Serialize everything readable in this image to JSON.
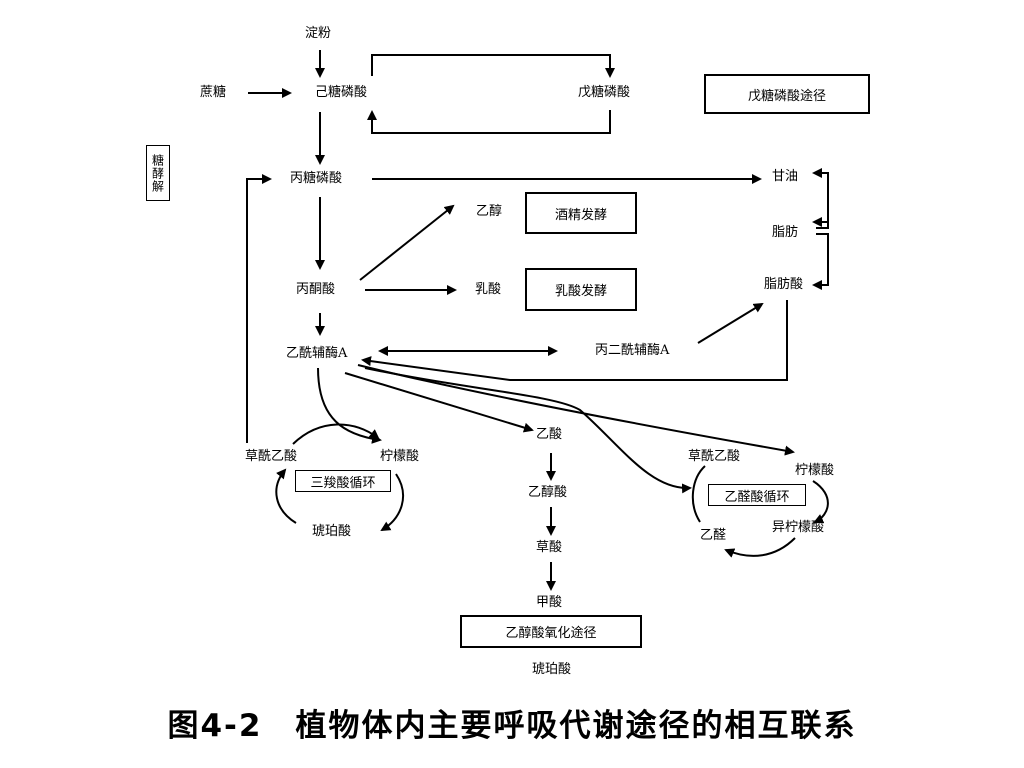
{
  "nodes": {
    "starch": "淀粉",
    "sucrose": "蔗糖",
    "hexose_phosphate": "己糖磷酸",
    "pentose_phosphate": "戊糖磷酸",
    "triose_phosphate": "丙糖磷酸",
    "glycerol": "甘油",
    "ethanol": "乙醇",
    "fat": "脂肪",
    "pyruvate": "丙酮酸",
    "lactate": "乳酸",
    "fatty_acid": "脂肪酸",
    "acetyl_coa": "乙酰辅酶A",
    "malonyl_coa": "丙二酰辅酶A",
    "oxaloacetate_tca": "草酰乙酸",
    "citrate_tca": "柠檬酸",
    "succinate_tca": "琥珀酸",
    "acetate": "乙酸",
    "glycolate": "乙醇酸",
    "oxalate": "草酸",
    "formate": "甲酸",
    "succinate_bottom": "琥珀酸",
    "oxaloacetate_gly": "草酰乙酸",
    "citrate_gly": "柠檬酸",
    "isocitrate": "异柠檬酸",
    "glyoxylate": "乙醛"
  },
  "boxes": {
    "ppp": "戊糖磷酸途径",
    "glycolysis": "糖酵解",
    "alcohol_fermentation": "酒精发酵",
    "lactic_fermentation": "乳酸发酵",
    "tca_cycle": "三羧酸循环",
    "glyoxylate_cycle": "乙醛酸循环",
    "glycolate_pathway": "乙醇酸氧化途径"
  },
  "caption": "图4-2　植物体内主要呼吸代谢途径的相互联系"
}
